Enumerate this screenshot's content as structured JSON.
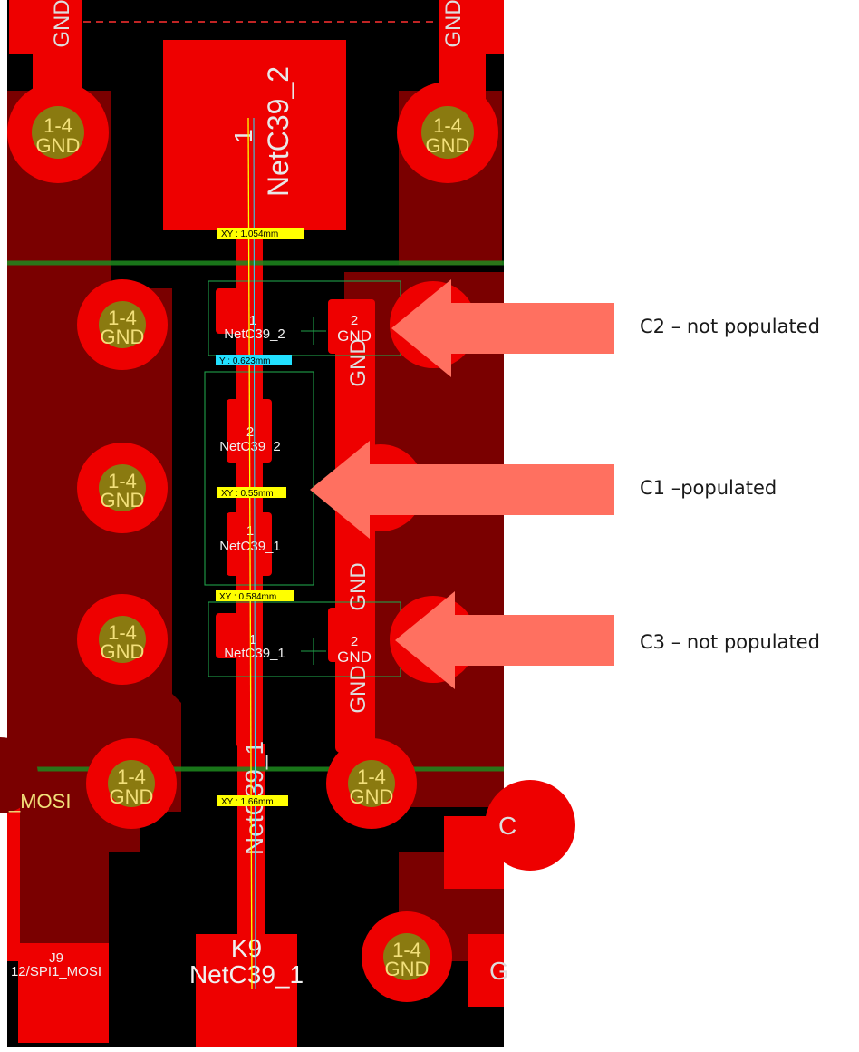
{
  "pcb": {
    "pad_label": "1-4",
    "gnd_label": "GND",
    "net_c39_1": "NetC39_1",
    "net_c39_2": "NetC39_2",
    "pin_1": "1",
    "pin_2": "2",
    "mosi_label": "_MOSI",
    "j9_label": "J9",
    "spi_label": "12/SPI1_MOSI",
    "k9_label": "K9",
    "edge_g": "G",
    "edge_c": "C"
  },
  "measurements": {
    "m1": "XY : 1.054mm",
    "m2": "Y : 0.623mm",
    "m3": "XY : 0.55mm",
    "m4": "XY : 0.584mm",
    "m5": "XY : 1.66mm"
  },
  "callouts": {
    "c2": "C2 – not populated",
    "c1": "C1 –populated",
    "c3": "C3 – not populated"
  },
  "colors": {
    "board": "#000000",
    "copper": "#ee0000",
    "copper_dark": "#7a0000",
    "pad_hole": "#8a7a10",
    "pad_text": "#f2e07a",
    "measure_yellow": "#ffff00",
    "measure_cyan": "#22e0ff",
    "arrow": "#ff7060",
    "green_line": "#1e8a1e"
  }
}
